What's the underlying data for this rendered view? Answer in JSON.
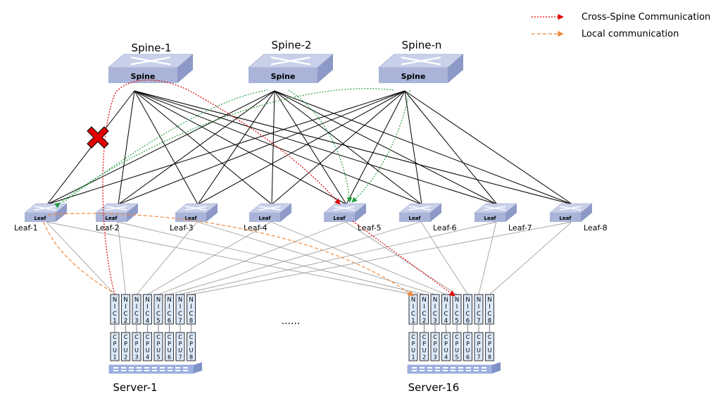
{
  "legend": [
    {
      "label": "Cross-Spine Communication",
      "color": "#e00000",
      "style": "dotted"
    },
    {
      "label": "Local communication",
      "color": "#f08a3c",
      "style": "dashed"
    }
  ],
  "spines": [
    {
      "title": "Spine-1",
      "device_label": "Spine"
    },
    {
      "title": "Spine-2",
      "device_label": "Spine"
    },
    {
      "title": "Spine-n",
      "device_label": "Spine"
    }
  ],
  "leaves": [
    {
      "title": "Leaf-1",
      "device_label": "Leaf"
    },
    {
      "title": "Leaf-2",
      "device_label": "Leaf"
    },
    {
      "title": "Leaf-3",
      "device_label": "Leaf"
    },
    {
      "title": "Leaf-4",
      "device_label": "Leaf"
    },
    {
      "title": "Leaf-5",
      "device_label": "Leaf"
    },
    {
      "title": "Leaf-6",
      "device_label": "Leaf"
    },
    {
      "title": "Leaf-7",
      "device_label": "Leaf"
    },
    {
      "title": "Leaf-8",
      "device_label": "Leaf"
    }
  ],
  "servers": [
    {
      "title": "Server-1"
    },
    {
      "title": "Server-16"
    }
  ],
  "nic_labels": [
    "NIC1",
    "NIC2",
    "NIC3",
    "NIC4",
    "NIC5",
    "NIC6",
    "NIC7",
    "NIC8"
  ],
  "cpu_labels": [
    "CPU1",
    "CPU2",
    "CPU3",
    "CPU4",
    "CPU5",
    "CPU6",
    "CPU7",
    "CPU8"
  ],
  "ellipsis": "......",
  "failure_marker": "link-failure-x-icon",
  "colors": {
    "switch_fill": "#a9b4d8",
    "switch_top": "#c9d0ea",
    "switch_side": "#8d99c6",
    "nic_fill": "#dbe9f8",
    "cross_spine": "#e00000",
    "local": "#f08a3c",
    "reroute": "#1a9a3a",
    "fabric_line": "#000000",
    "server_link": "#a0a0a0"
  }
}
